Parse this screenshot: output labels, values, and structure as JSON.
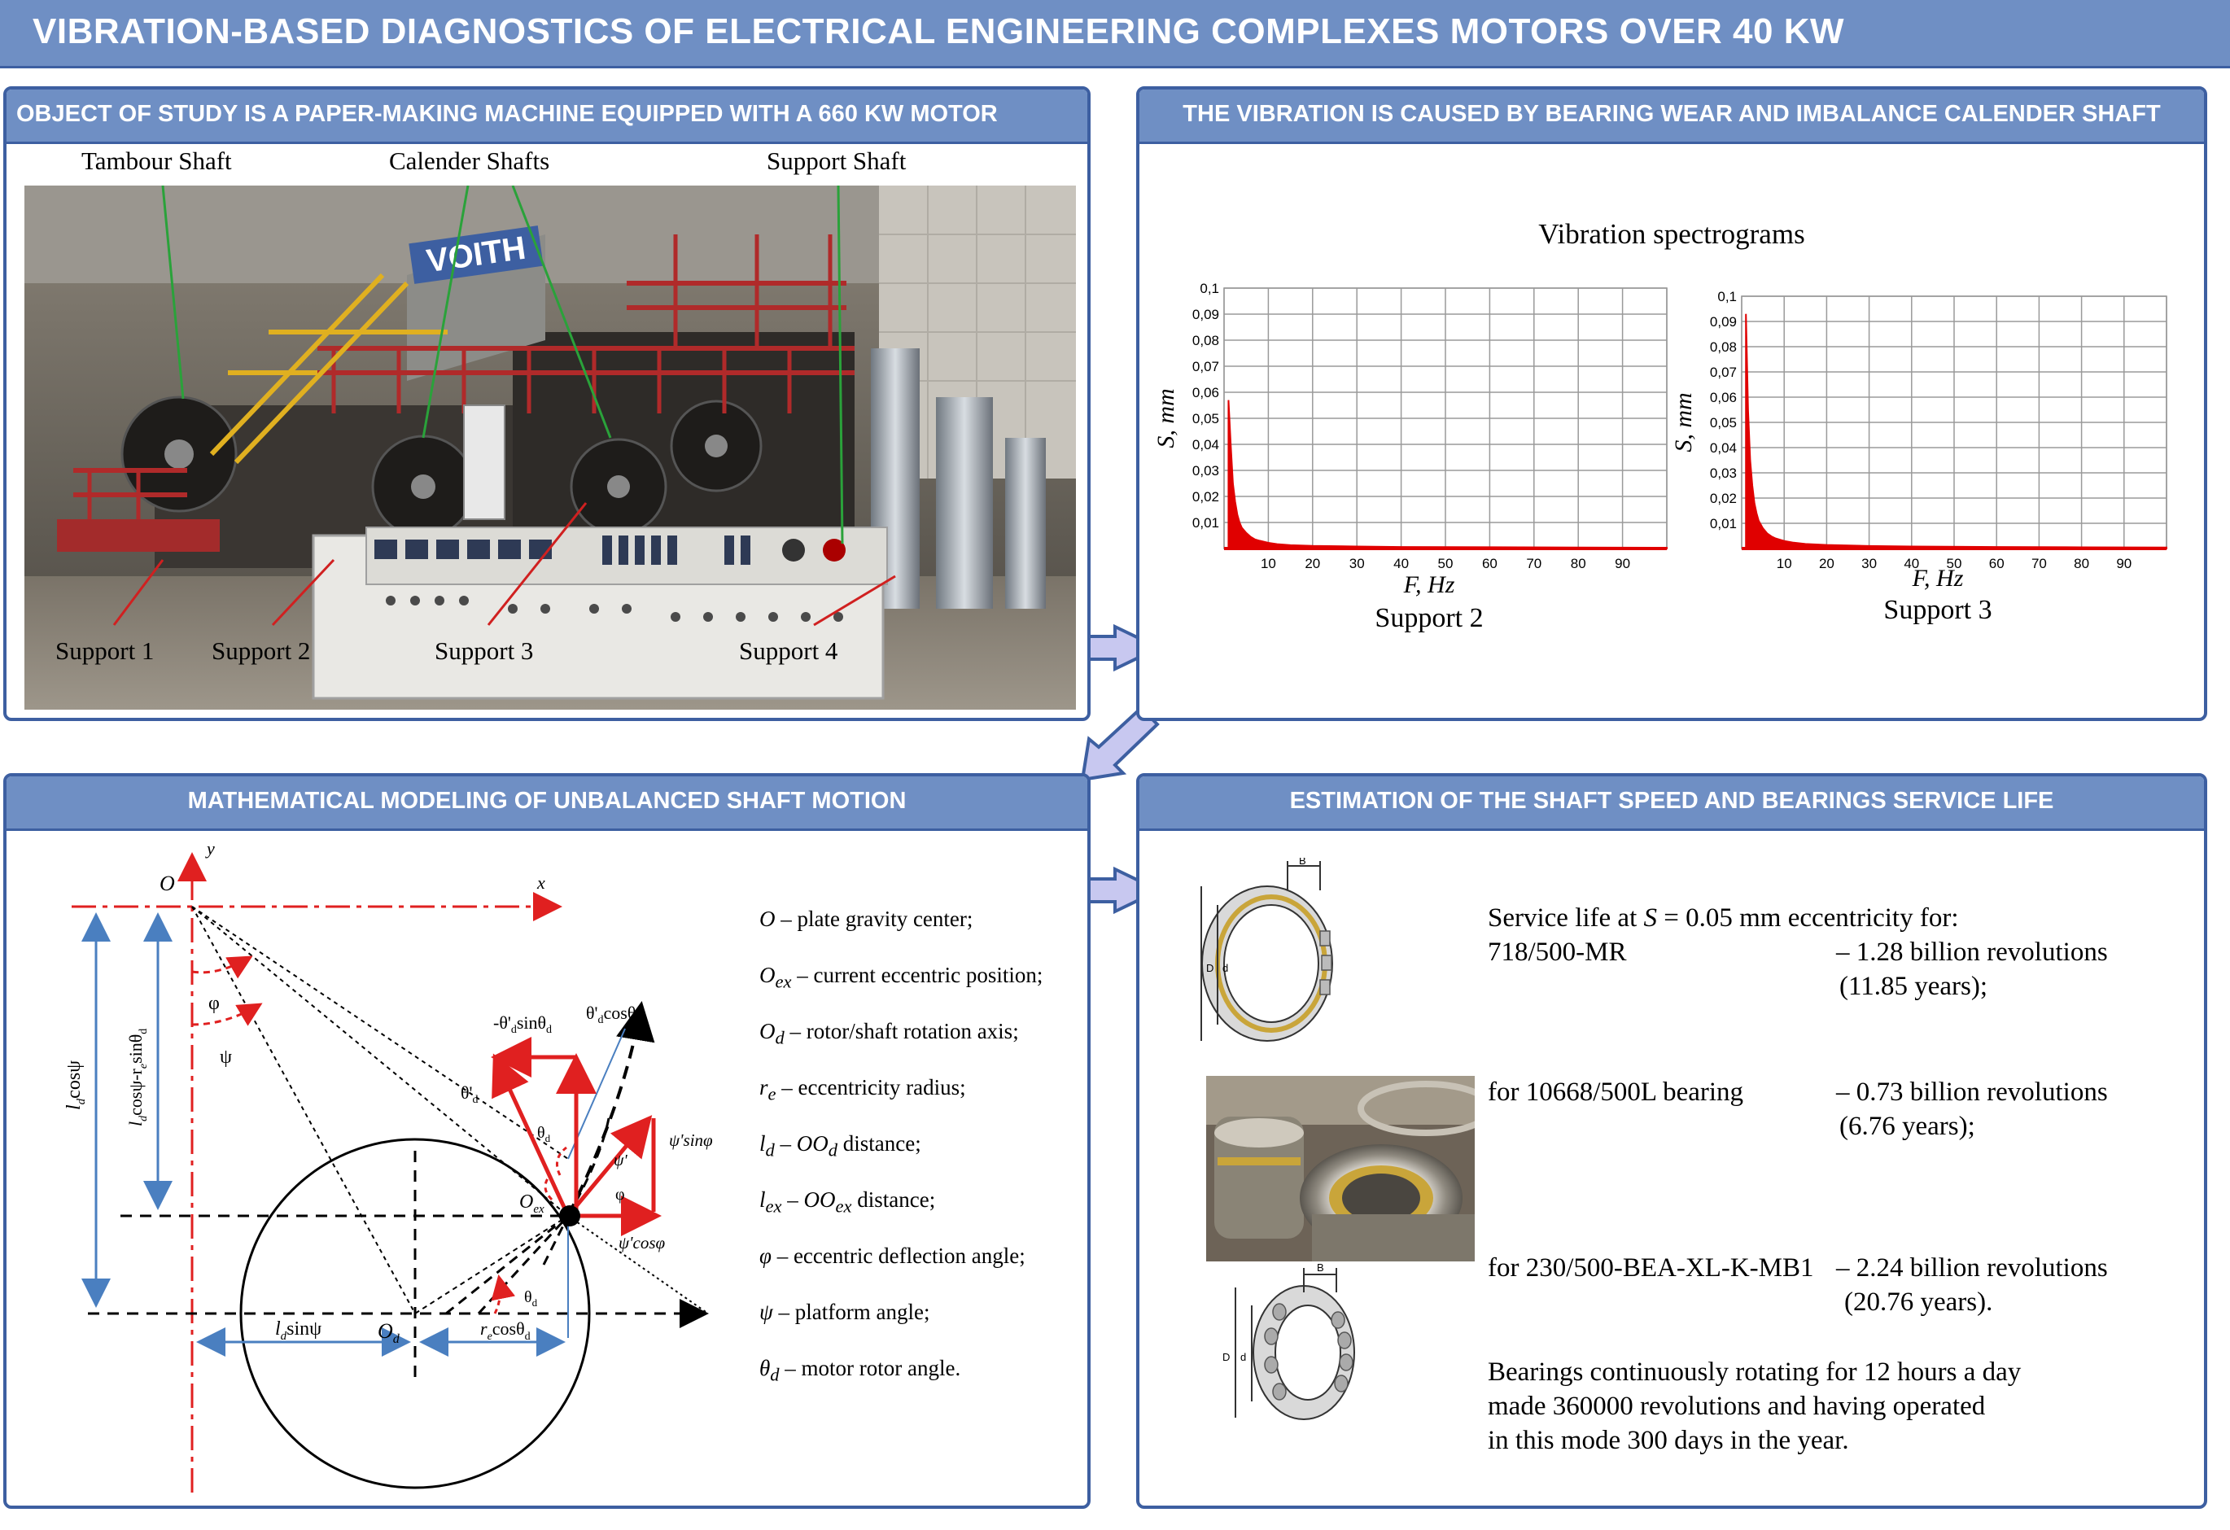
{
  "title": "VIBRATION-BASED DIAGNOSTICS OF ELECTRICAL ENGINEERING COMPLEXES MOTORS OVER 40 KW",
  "panel1": {
    "header": "OBJECT OF STUDY IS A PAPER-MAKING MACHINE EQUIPPED WITH A 660 KW MOTOR",
    "top_labels": [
      "Tambour Shaft",
      "Calender Shafts",
      "Support Shaft"
    ],
    "bottom_labels": [
      "Support 1",
      "Support 2",
      "Support 3",
      "Support 4"
    ],
    "brand_sign": "VOITH"
  },
  "panel2": {
    "header": "THE VIBRATION IS CAUSED BY BEARING WEAR AND IMBALANCE CALENDER SHAFT",
    "title": "Vibration spectrograms"
  },
  "chart_data": [
    {
      "type": "area",
      "title": "Support 2",
      "xlabel": "F, Hz",
      "ylabel": "S, mm",
      "xlim": [
        0,
        100
      ],
      "ylim": [
        0,
        0.1
      ],
      "xticks": [
        "10",
        "20",
        "30",
        "40",
        "50",
        "60",
        "70",
        "80",
        "90"
      ],
      "yticks": [
        "0,01",
        "0,02",
        "0,03",
        "0,04",
        "0,05",
        "0,06",
        "0,07",
        "0,08",
        "0,09",
        "0,1"
      ],
      "grid": true,
      "color": "#e00000",
      "x": [
        1,
        1.5,
        2,
        2.5,
        3,
        3.5,
        4,
        5,
        6,
        7,
        8,
        10,
        12,
        15,
        20,
        30,
        40,
        60,
        80,
        100
      ],
      "y": [
        0.057,
        0.04,
        0.025,
        0.018,
        0.013,
        0.01,
        0.008,
        0.006,
        0.0045,
        0.0035,
        0.003,
        0.0022,
        0.0017,
        0.0013,
        0.001,
        0.0008,
        0.0006,
        0.0005,
        0.0004,
        0.0003
      ]
    },
    {
      "type": "area",
      "title": "Support 3",
      "xlabel": "F, Hz",
      "ylabel": "S, mm",
      "xlim": [
        0,
        100
      ],
      "ylim": [
        0,
        0.1
      ],
      "xticks": [
        "10",
        "20",
        "30",
        "40",
        "50",
        "60",
        "70",
        "80",
        "90"
      ],
      "yticks": [
        "0,01",
        "0,02",
        "0,03",
        "0,04",
        "0,05",
        "0,06",
        "0,07",
        "0,08",
        "0,09",
        "0,1"
      ],
      "grid": true,
      "color": "#e00000",
      "x": [
        1,
        1.5,
        2,
        2.5,
        3,
        3.5,
        4,
        5,
        6,
        7,
        8,
        10,
        12,
        15,
        20,
        30,
        40,
        60,
        80,
        100
      ],
      "y": [
        0.093,
        0.055,
        0.035,
        0.025,
        0.018,
        0.014,
        0.011,
        0.008,
        0.006,
        0.0048,
        0.004,
        0.003,
        0.0024,
        0.0018,
        0.0014,
        0.001,
        0.0008,
        0.0006,
        0.0005,
        0.0004
      ]
    }
  ],
  "panel3": {
    "header": "MATHEMATICAL MODELING OF UNBALANCED SHAFT MOTION",
    "diagram_labels": {
      "O": "O",
      "x": "x",
      "y": "y",
      "Od": "O",
      "Od_sub": "d",
      "Oex": "O",
      "Oex_sub": "ex",
      "phi": "φ",
      "psi": "ψ",
      "theta_d": "θ",
      "theta_sub": "d",
      "ld_cospsi": "l",
      "ld_cospsi_rest": "cosψ",
      "ld_cospsi_re": "l",
      "ld_cospsi_re_rest": "cosψ-r",
      "ld_sinpsi": "l",
      "ld_sinpsi_rest": "sinψ",
      "re_cos": "r",
      "re_cos_rest": "cosθ",
      "neg_theta": "-θ'",
      "neg_theta_rest": "sinθ",
      "theta_cos": "θ'",
      "theta_cos_rest": "cosθ",
      "theta_prime": "θ'",
      "psi_prime": "ψ'",
      "psi_sin": "ψ'sinφ",
      "psi_cos": "ψ'cosφ"
    },
    "legend": [
      {
        "sym": "O",
        "sub": "",
        "text": " – plate gravity center;"
      },
      {
        "sym": "O",
        "sub": "ex",
        "text": " – current eccentric position;"
      },
      {
        "sym": "O",
        "sub": "d",
        "text": " – rotor/shaft rotation axis;"
      },
      {
        "sym": "r",
        "sub": "e",
        "text": " – eccentricity radius;"
      },
      {
        "sym": "l",
        "sub": "d",
        "text": " – OO",
        "sub2": "d",
        "text2": " distance;"
      },
      {
        "sym": "l",
        "sub": "ex",
        "text": " – OO",
        "sub2": "ex",
        "text2": " distance;"
      },
      {
        "sym": "φ",
        "sub": "",
        "text": " – eccentric deflection angle;"
      },
      {
        "sym": "ψ",
        "sub": "",
        "text": " – platform angle;"
      },
      {
        "sym": "θ",
        "sub": "d",
        "text": " – motor rotor angle."
      }
    ]
  },
  "panel4": {
    "header": "ESTIMATION OF THE SHAFT SPEED AND BEARINGS SERVICE LIFE",
    "intro_a": "Service life at ",
    "intro_s": "S",
    "intro_b": " = 0.05 mm eccentricity for:",
    "b1_name": "718/500-MR",
    "b1_rev": "– 1.28 billion revolutions",
    "b1_years": "(11.85 years);",
    "b2_name": "for 10668/500L bearing",
    "b2_rev": "– 0.73 billion revolutions",
    "b2_years": "(6.76 years);",
    "b3_name": "for 230/500-BEA-XL-K-MB1",
    "b3_rev": "– 2.24 billion revolutions",
    "b3_years": "(20.76 years).",
    "note1": "Bearings continuously rotating for 12 hours a day",
    "note2": "made 360000 revolutions and having operated",
    "note3": "in this mode 300 days in the year.",
    "dim_B": "B",
    "dim_D": "D",
    "dim_d": "d"
  }
}
